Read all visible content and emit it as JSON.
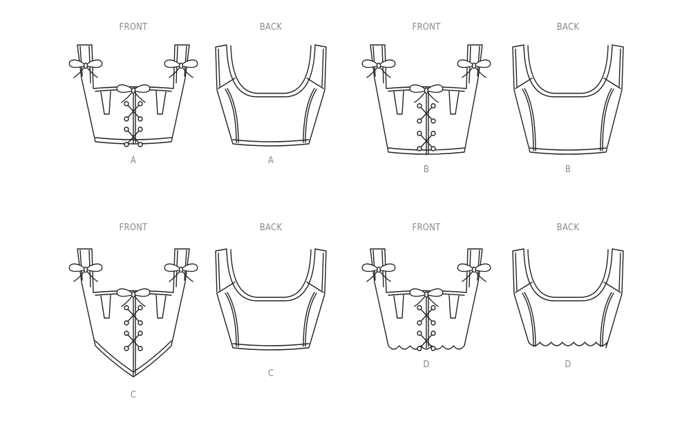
{
  "views": [
    {
      "id": "a-front",
      "side": "FRONT",
      "letter": "A",
      "kind": "front",
      "hem": "straight"
    },
    {
      "id": "a-back",
      "side": "BACK",
      "letter": "A",
      "kind": "back",
      "hem": "straight"
    },
    {
      "id": "b-front",
      "side": "FRONT",
      "letter": "B",
      "kind": "front",
      "hem": "long"
    },
    {
      "id": "b-back",
      "side": "BACK",
      "letter": "B",
      "kind": "back",
      "hem": "long"
    },
    {
      "id": "c-front",
      "side": "FRONT",
      "letter": "C",
      "kind": "front",
      "hem": "point"
    },
    {
      "id": "c-back",
      "side": "BACK",
      "letter": "C",
      "kind": "back",
      "hem": "straight"
    },
    {
      "id": "d-front",
      "side": "FRONT",
      "letter": "D",
      "kind": "front",
      "hem": "scallop"
    },
    {
      "id": "d-back",
      "side": "BACK",
      "letter": "D",
      "kind": "back",
      "hem": "scallop"
    }
  ]
}
